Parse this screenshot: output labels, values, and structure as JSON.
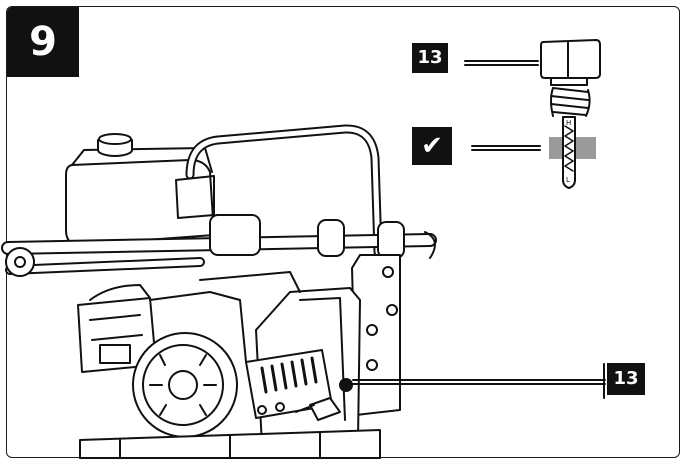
{
  "step": {
    "number": "9"
  },
  "callouts": {
    "top_part": "13",
    "check": "✔",
    "engine_part": "13"
  },
  "colors": {
    "ink": "#111111",
    "gauge_band": "#9a9a9a",
    "background": "#ffffff"
  }
}
